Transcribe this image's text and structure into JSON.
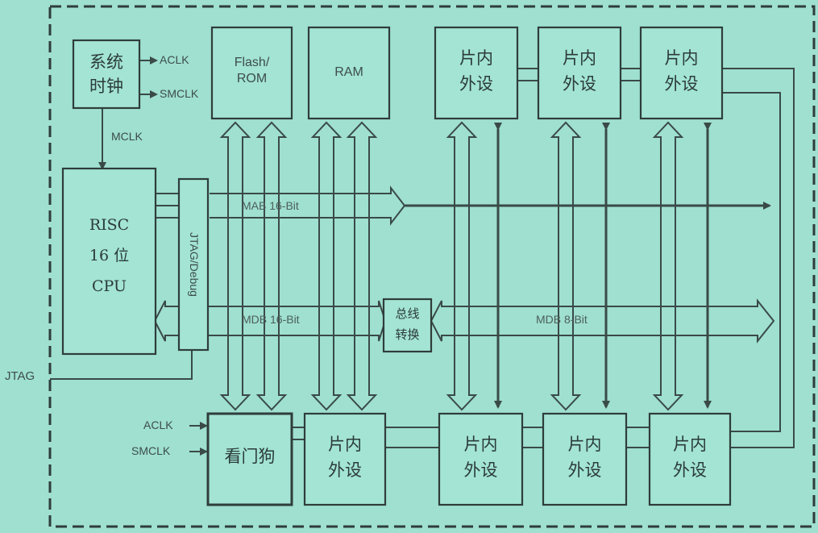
{
  "blocks": {
    "system_clock": [
      "系统",
      "时钟"
    ],
    "flash_rom": [
      "Flash/",
      "ROM"
    ],
    "ram": "RAM",
    "cpu": [
      "RISC",
      "16 位",
      "CPU"
    ],
    "jtag_debug": "JTAG/Debug",
    "bus_converter": [
      "总线",
      "转换"
    ],
    "watchdog": "看门狗",
    "peripheral": [
      "片内",
      "外设"
    ]
  },
  "signals": {
    "aclk": "ACLK",
    "smclk": "SMCLK",
    "mclk": "MCLK",
    "jtag": "JTAG",
    "mab": "MAB 16-Bit",
    "mdb16": "MDB 16-Bit",
    "mdb8": "MDB 8-Bit"
  },
  "colors": {
    "background": "#9fe0d0",
    "box_fill": "#a3e4d4",
    "line": "#3a4a47"
  }
}
